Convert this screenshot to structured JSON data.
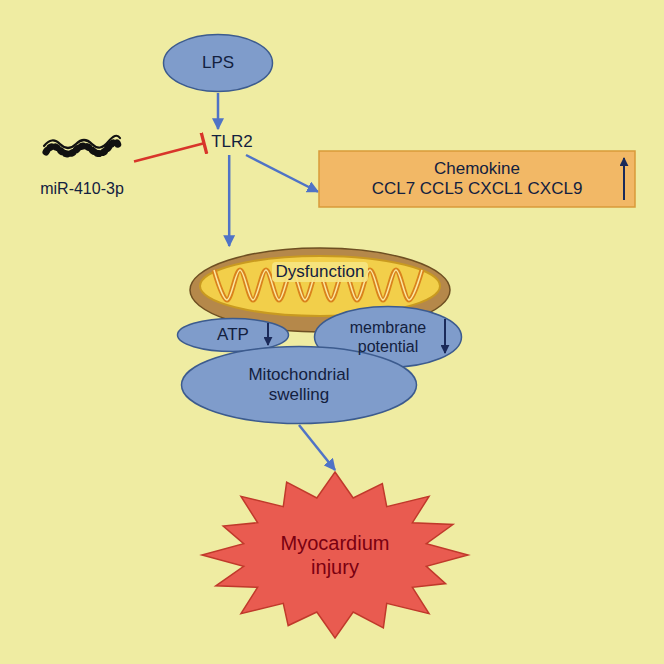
{
  "diagram": {
    "nodes": [
      {
        "text": [
          "LPS"
        ]
      },
      {
        "text": [
          "TLR2"
        ]
      },
      {
        "text": [
          "miR-410-3p"
        ]
      },
      {
        "text": [
          "Chemokine",
          "CCL7 CCL5 CXCL1 CXCL9"
        ]
      },
      {
        "text": [
          "Dysfunction"
        ]
      },
      {
        "text": [
          "ATP"
        ]
      },
      {
        "text": [
          "membrane potential"
        ]
      },
      {
        "text": [
          "Mitochondrial swelling"
        ]
      },
      {
        "text": [
          "Myocardium injury"
        ]
      }
    ],
    "edges": [
      {
        "from": 0,
        "to": 1,
        "arrow": "to"
      },
      {
        "from": 2,
        "to": 1,
        "arrow": "to"
      },
      {
        "from": 1,
        "to": 3,
        "arrow": "to"
      },
      {
        "from": 1,
        "to": 4,
        "arrow": "to"
      },
      {
        "from": 7,
        "to": 8,
        "arrow": "to"
      }
    ]
  }
}
